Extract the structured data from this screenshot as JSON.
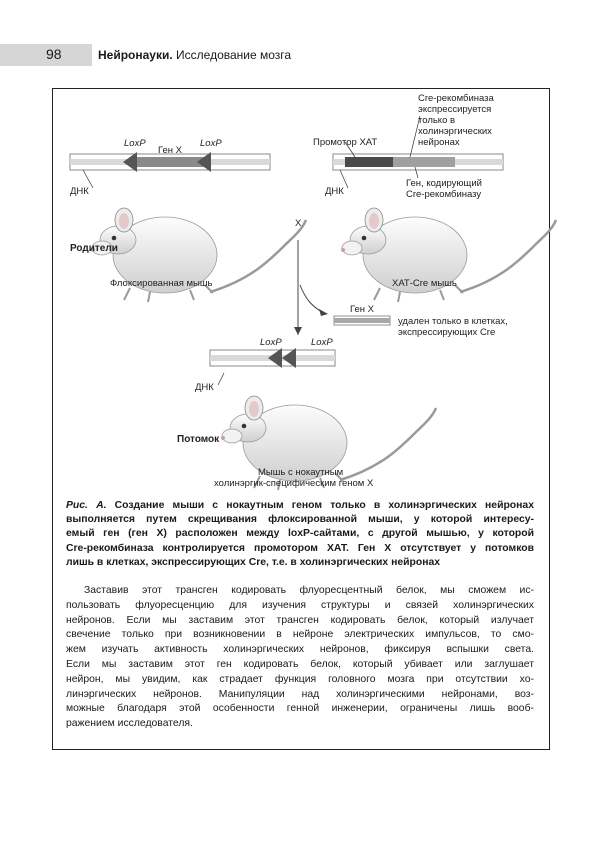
{
  "header": {
    "page_number": "98",
    "book_title": "Нейронауки.",
    "chapter_title": "Исследование мозга"
  },
  "figure": {
    "left": {
      "loxp_1": "LoxP",
      "gene_x": "Ген X",
      "loxp_2": "LoxP",
      "dna": "ДНК",
      "parents": "Родители",
      "mouse_label": "Флоксированная мышь"
    },
    "cross_symbol": "X",
    "right": {
      "cre_note_lines": [
        "Cre-рекомбиназа",
        "экспрессируется",
        "только в",
        "холинэргических",
        "нейронах"
      ],
      "promoter": "Промотор ХАТ",
      "dna": "ДНК",
      "gene_cre_lines": [
        "Ген, кодирующий",
        "Cre-рекомбиназу"
      ],
      "mouse_label": "ХАТ-Cre мышь"
    },
    "removed": {
      "gene_x": "Ген X",
      "note_lines": [
        "удален только в клетках,",
        "экспрессирующих Cre"
      ]
    },
    "offspring": {
      "loxp_1": "LoxP",
      "loxp_2": "LoxP",
      "dna": "ДНК",
      "label": "Потомок",
      "mouse_label_lines": [
        "Мышь с нокаутным",
        "холинэргик-специфическим геном X"
      ]
    }
  },
  "caption": {
    "prefix": "Рис. А.",
    "lines": [
      " Создание мыши с нокаутным геном только в холинэргических нейронах",
      "выполняется путем скрещивания флоксированной мыши, у которой интересу-",
      "емый ген (ген X) расположен между loxP-сайтами, с другой мышью, у которой",
      "Cre-рекомбиназа контролируется промотором ХАТ. Ген X отсутствует у потомков",
      "лишь в клетках, экспрессирующих Cre, т.е. в холинэргических нейронах"
    ]
  },
  "body": {
    "lines": [
      "Заставив этот трансген кодировать флуоресцентный белок, мы сможем ис-",
      "пользовать флуоресценцию для изучения структуры и связей холинэргических",
      "нейронов. Если мы заставим этот трансген кодировать белок, который излучает",
      "свечение только при возникновении в нейроне электрических импульсов, то смо-",
      "жем изучать активность холинэргических нейронов, фиксируя вспышки света.",
      "Если мы заставим этот ген кодировать белок, который убивает или заглушает",
      "нейрон, мы увидим, как страдает функция головного мозга при отсутствии хо-",
      "линэргических нейронов. Манипуляции над холинэргическими нейронами, воз-",
      "можные благодаря этой особенности генной инженерии, ограничены лишь вооб-",
      "ражением исследователя."
    ]
  }
}
